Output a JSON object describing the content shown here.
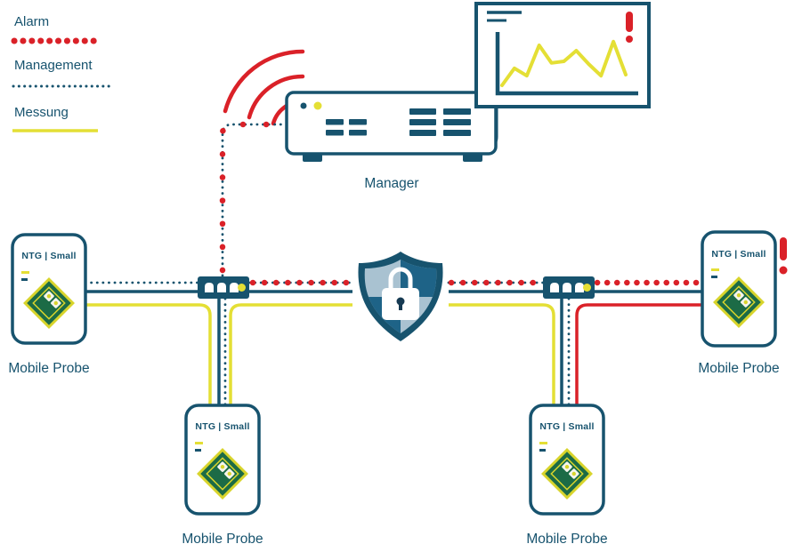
{
  "colors": {
    "dark_blue": "#17536e",
    "red": "#da2128",
    "yellow": "#e4df35",
    "logo_green": "#1c6b46",
    "shield_light": "#a9c2d1"
  },
  "legend": {
    "items": [
      {
        "label": "Alarm",
        "line_style": "dotted",
        "color": "#da2128"
      },
      {
        "label": "Management",
        "line_style": "dotted",
        "color": "#17536e"
      },
      {
        "label": "Messung",
        "line_style": "solid",
        "color": "#e4df35"
      }
    ]
  },
  "manager": {
    "label": "Manager"
  },
  "monitor": {
    "alert": "!"
  },
  "probes": [
    {
      "position": "left",
      "model": "NTG | Small",
      "label": "Mobile Probe"
    },
    {
      "position": "bottom-left",
      "model": "NTG | Small",
      "label": "Mobile Probe"
    },
    {
      "position": "bottom-right",
      "model": "NTG | Small",
      "label": "Mobile Probe"
    },
    {
      "position": "right",
      "model": "NTG | Small",
      "label": "Mobile Probe",
      "alert": "!"
    }
  ],
  "chart_data": {
    "type": "line",
    "x": [
      0,
      1,
      2,
      3,
      4,
      5,
      6,
      7,
      8,
      9,
      10
    ],
    "values": [
      10,
      42,
      28,
      85,
      52,
      55,
      75,
      50,
      28,
      92,
      30
    ],
    "title": "",
    "xlabel": "",
    "ylabel": "",
    "series_color": "#e4df35",
    "grid": false,
    "legend_position": "none"
  }
}
